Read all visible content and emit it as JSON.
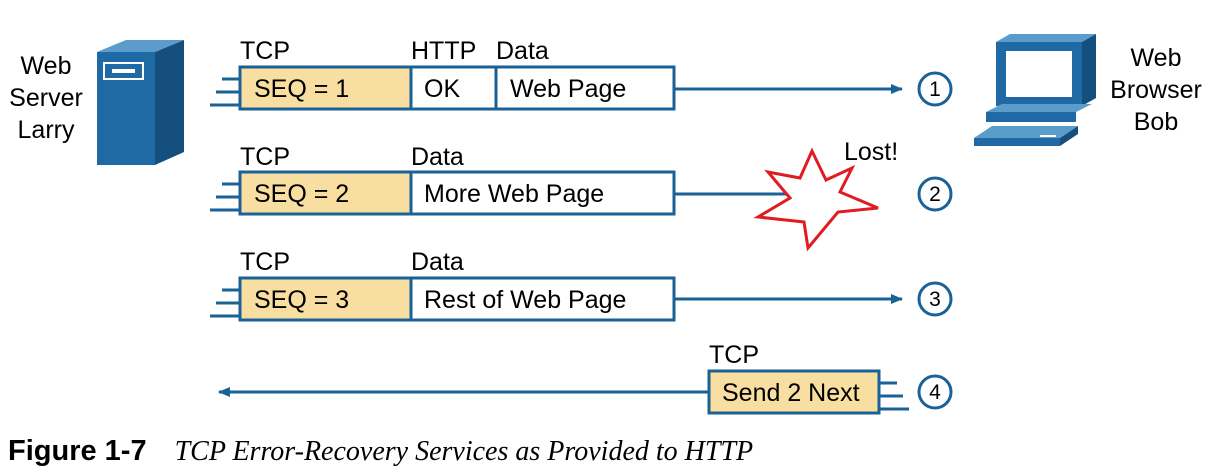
{
  "server": {
    "label_lines": [
      "Web",
      "Server",
      "Larry"
    ]
  },
  "browser": {
    "label_lines": [
      "Web",
      "Browser",
      "Bob"
    ]
  },
  "rows": [
    {
      "number": "1",
      "header_labels": {
        "tcp": "TCP",
        "http": "HTTP",
        "data": "Data"
      },
      "segments": {
        "seq": "SEQ = 1",
        "http": "OK",
        "data": "Web Page"
      }
    },
    {
      "number": "2",
      "header_labels": {
        "tcp": "TCP",
        "data": "Data"
      },
      "segments": {
        "seq": "SEQ = 2",
        "data": "More Web Page"
      },
      "status": "Lost!"
    },
    {
      "number": "3",
      "header_labels": {
        "tcp": "TCP",
        "data": "Data"
      },
      "segments": {
        "seq": "SEQ = 3",
        "data": "Rest of Web Page"
      }
    },
    {
      "number": "4",
      "header_labels": {
        "tcp": "TCP"
      },
      "segments": {
        "ack": "Send 2 Next"
      }
    }
  ],
  "caption": {
    "number": "Figure 1-7",
    "text": "TCP Error-Recovery Services as Provided to HTTP"
  },
  "colors": {
    "segment_border": "#1a6296",
    "seq_fill": "#f8dfa1",
    "arrow": "#1a6296",
    "server_fill": "#1f6aa5",
    "burst_stroke": "#e11b22"
  }
}
